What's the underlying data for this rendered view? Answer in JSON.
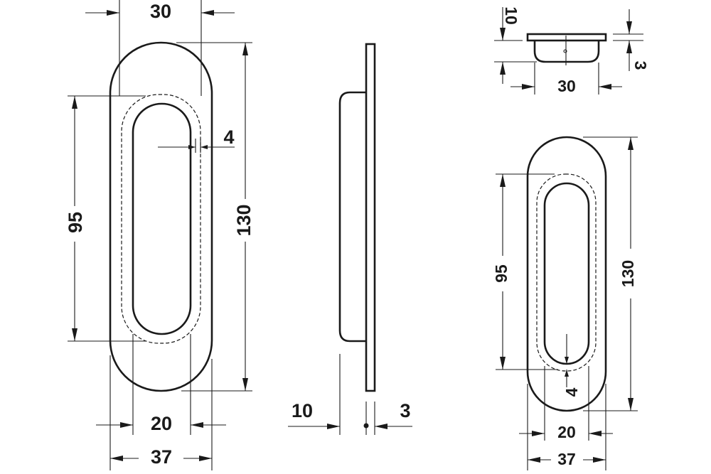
{
  "left_front_view": {
    "width_top": "30",
    "height_inner": "95",
    "wall": "4",
    "height_total": "130",
    "opening_width": "20",
    "total_width": "37"
  },
  "side_view": {
    "depth": "10",
    "plate": "3"
  },
  "top_view": {
    "depth": "10",
    "plate": "3",
    "width": "30"
  },
  "right_front_view": {
    "height_inner": "95",
    "height_total": "130",
    "wall": "4",
    "opening_width": "20",
    "total_width": "37"
  }
}
